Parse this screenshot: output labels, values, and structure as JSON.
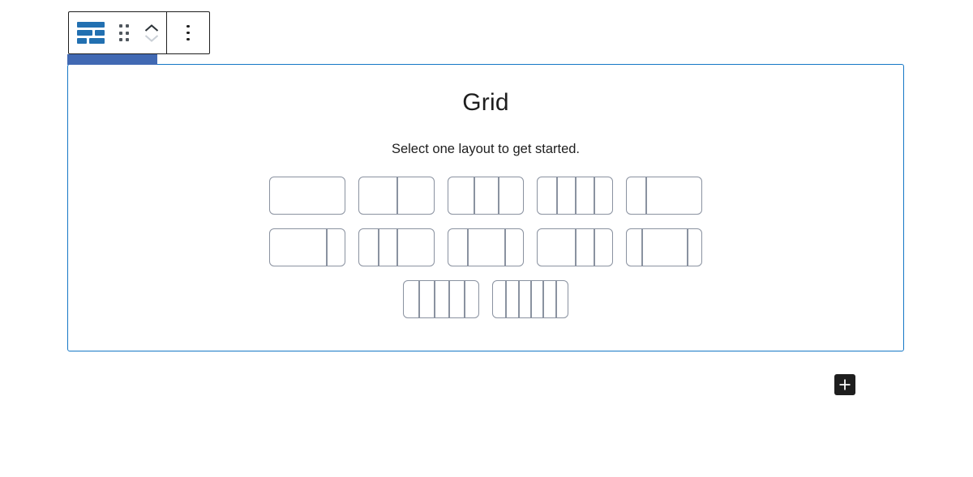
{
  "block_toolbar": {
    "grid_block_button": {
      "icon": "grid-block-icon",
      "label": "Grid"
    },
    "drag_handle": {
      "icon": "drag-handle-icon",
      "label": "Drag"
    },
    "move_up": {
      "icon": "chevron-up-icon",
      "label": "Move up",
      "disabled": false
    },
    "move_down": {
      "icon": "chevron-down-icon",
      "label": "Move down",
      "disabled": true
    },
    "options": {
      "icon": "ellipsis-vertical-icon",
      "label": "Options"
    }
  },
  "block_chip": {
    "color": "#4169b3"
  },
  "placeholder": {
    "title": "Grid",
    "instructions": "Select one layout to get started."
  },
  "layout_picker": {
    "rows": [
      [
        {
          "label": "100",
          "columns": [
            100
          ]
        },
        {
          "label": "50/50",
          "columns": [
            50,
            50
          ]
        },
        {
          "label": "33/33/33",
          "columns": [
            33.33,
            33.33,
            33.34
          ]
        },
        {
          "label": "25/25/25/25",
          "columns": [
            25,
            25,
            25,
            25
          ]
        },
        {
          "label": "25/75",
          "columns": [
            25,
            75
          ]
        }
      ],
      [
        {
          "label": "75/25",
          "columns": [
            75,
            25
          ]
        },
        {
          "label": "25/25/50",
          "columns": [
            25,
            25,
            50
          ]
        },
        {
          "label": "25/50/25",
          "columns": [
            25,
            50,
            25
          ]
        },
        {
          "label": "50/25/25",
          "columns": [
            50,
            25,
            25
          ]
        },
        {
          "label": "20/60/20",
          "columns": [
            20,
            60,
            20
          ]
        }
      ],
      [
        {
          "label": "20/20/20/20/20",
          "columns": [
            20,
            20,
            20,
            20,
            20
          ]
        },
        {
          "label": "16/16/16/16/16/16",
          "columns": [
            16.67,
            16.67,
            16.67,
            16.67,
            16.66,
            16.66
          ]
        }
      ]
    ]
  },
  "inserter": {
    "icon": "plus-icon",
    "label": "Add block"
  },
  "colors": {
    "selection_border": "#1577c6",
    "chip_blue": "#4169b3",
    "block_icon_blue": "#2270b1",
    "toolbar_border": "#1e1e1e",
    "layout_outline_gray": "#8a92a0",
    "text": "#1e1e1e",
    "disabled_chevron": "#c9cfd6",
    "inserter_bg": "#1e1e1e"
  }
}
